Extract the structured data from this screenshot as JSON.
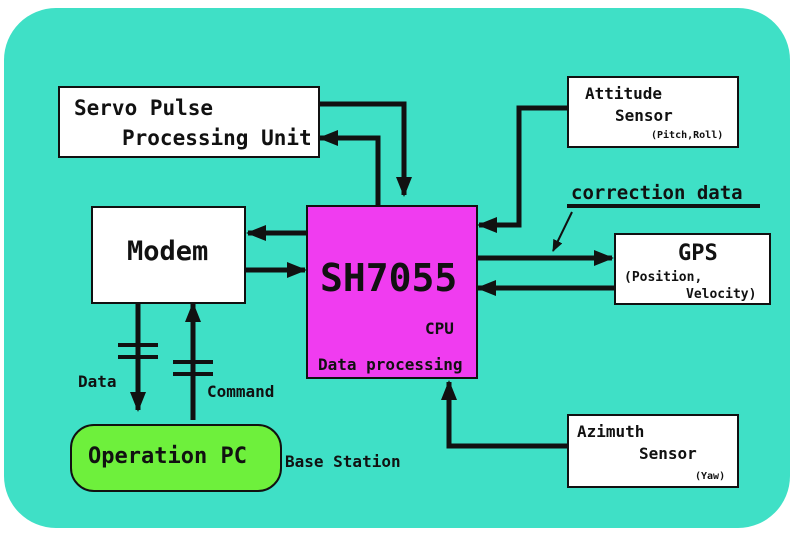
{
  "blocks": {
    "servo": {
      "line1": "Servo Pulse",
      "line2": "Processing Unit"
    },
    "modem": {
      "label": "Modem"
    },
    "cpu": {
      "name": "SH7055",
      "unit": "CPU",
      "role": "Data processing"
    },
    "attitude": {
      "line1": "Attitude",
      "line2": "Sensor",
      "detail": "(Pitch,Roll)"
    },
    "gps": {
      "label": "GPS",
      "detail_line1": "(Position,",
      "detail_line2": "Velocity)"
    },
    "azimuth": {
      "line1": "Azimuth",
      "line2": "Sensor",
      "detail": "(Yaw)"
    },
    "operation_pc": {
      "label": "Operation PC",
      "caption": "Base Station"
    }
  },
  "links": {
    "correction": "correction data",
    "data": "Data",
    "command": "Command"
  },
  "colors": {
    "background": "#3fe0c6",
    "cpu": "#f03cf0",
    "operation_pc": "#6ef03c",
    "box": "#ffffff",
    "line": "#111111"
  }
}
